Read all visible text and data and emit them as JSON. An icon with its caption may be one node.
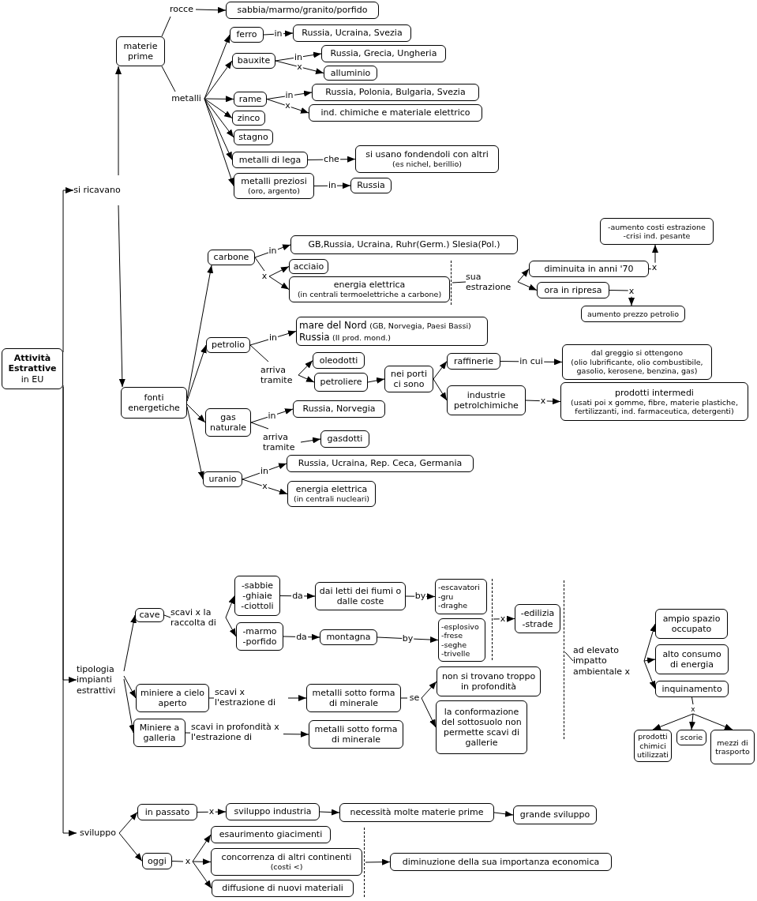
{
  "diagram": {
    "nodes": [
      {
        "text": [
          "Attività Estrattive",
          "in EU"
        ]
      },
      {
        "text": [
          "si ricavano"
        ]
      },
      {
        "text": [
          "materie prime"
        ]
      },
      {
        "text": [
          "rocce"
        ]
      },
      {
        "text": [
          "sabbia/marmo/granito/porfido"
        ]
      },
      {
        "text": [
          "metalli"
        ]
      },
      {
        "text": [
          "ferro"
        ]
      },
      {
        "text": [
          "Russia, Ucraina, Svezia"
        ]
      },
      {
        "text": [
          "bauxite"
        ]
      },
      {
        "text": [
          "Russia, Grecia, Ungheria"
        ]
      },
      {
        "text": [
          "alluminio"
        ]
      },
      {
        "text": [
          "rame"
        ]
      },
      {
        "text": [
          "Russia, Polonia, Bulgaria, Svezia"
        ]
      },
      {
        "text": [
          "ind. chimiche e materiale elettrico"
        ]
      },
      {
        "text": [
          "zinco"
        ]
      },
      {
        "text": [
          "stagno"
        ]
      },
      {
        "text": [
          "metalli di lega"
        ]
      },
      {
        "text": [
          "si usano fondendoli con altri",
          "(es nichel, berillio)"
        ]
      },
      {
        "text": [
          "metalli preziosi",
          "(oro, argento)"
        ]
      },
      {
        "text": [
          "Russia"
        ]
      },
      {
        "text": [
          "fonti energetiche"
        ]
      },
      {
        "text": [
          "carbone"
        ]
      },
      {
        "text": [
          "GB,Russia, Ucraina, Ruhr(Germ.) Slesia(Pol.)"
        ]
      },
      {
        "text": [
          "x"
        ]
      },
      {
        "text": [
          "acciaio"
        ]
      },
      {
        "text": [
          "energia elettrica",
          "(in centrali termoelettriche a carbone)"
        ]
      },
      {
        "text": [
          "sua estrazione"
        ]
      },
      {
        "text": [
          "diminuita in anni '70"
        ]
      },
      {
        "text": [
          "ora in ripresa"
        ]
      },
      {
        "text": [
          "-aumento costi estrazione",
          "-crisi ind. pesante"
        ]
      },
      {
        "text": [
          "aumento prezzo petrolio"
        ]
      },
      {
        "text": [
          "petrolio"
        ]
      },
      {
        "text": [
          "mare del Nord",
          "(GB, Norvegia, Paesi Bassi)",
          "Russia",
          "(II prod. mond.)"
        ]
      },
      {
        "text": [
          "arriva tramite"
        ]
      },
      {
        "text": [
          "oleodotti"
        ]
      },
      {
        "text": [
          "petroliere"
        ]
      },
      {
        "text": [
          "nei porti ci sono"
        ]
      },
      {
        "text": [
          "raffinerie"
        ]
      },
      {
        "text": [
          "dal greggio si ottengono",
          "(olio lubrificante, olio combustibile, gasolio, kerosene, benzina, gas)"
        ]
      },
      {
        "text": [
          "industrie petrolchimiche"
        ]
      },
      {
        "text": [
          "prodotti intermedi",
          "(usati poi x gomme, fibre, materie plastiche, fertilizzanti, ind. farmaceutica, detergenti)"
        ]
      },
      {
        "text": [
          "gas naturale"
        ]
      },
      {
        "text": [
          "Russia, Norvegia"
        ]
      },
      {
        "text": [
          "arriva tramite"
        ]
      },
      {
        "text": [
          "gasdotti"
        ]
      },
      {
        "text": [
          "uranio"
        ]
      },
      {
        "text": [
          "Russia, Ucraina, Rep. Ceca, Germania"
        ]
      },
      {
        "text": [
          "energia elettrica",
          "(in centrali nucleari)"
        ]
      },
      {
        "text": [
          "tipologia impianti estrattivi"
        ]
      },
      {
        "text": [
          "cave"
        ]
      },
      {
        "text": [
          "scavi x la raccolta di"
        ]
      },
      {
        "text": [
          "-sabbie",
          "-ghiaie",
          "-ciottoli"
        ]
      },
      {
        "text": [
          "-marmo",
          "-porfido"
        ]
      },
      {
        "text": [
          "dai letti dei fiumi o dalle coste"
        ]
      },
      {
        "text": [
          "montagna"
        ]
      },
      {
        "text": [
          "-escavatori",
          "-gru",
          "-draghe"
        ]
      },
      {
        "text": [
          "-esplosivo",
          "-frese",
          "-seghe",
          "-trivelle"
        ]
      },
      {
        "text": [
          "-edilizia",
          "-strade"
        ]
      },
      {
        "text": [
          "ad elevato impatto ambientale x"
        ]
      },
      {
        "text": [
          "ampio spazio occupato"
        ]
      },
      {
        "text": [
          "alto consumo di energia"
        ]
      },
      {
        "text": [
          "inquinamento"
        ]
      },
      {
        "text": [
          "x"
        ]
      },
      {
        "text": [
          "prodotti chimici utilizzati"
        ]
      },
      {
        "text": [
          "scorie"
        ]
      },
      {
        "text": [
          "mezzi di trasporto"
        ]
      },
      {
        "text": [
          "miniere a cielo aperto"
        ]
      },
      {
        "text": [
          "metalli sotto forma di minerale"
        ]
      },
      {
        "text": [
          "se"
        ]
      },
      {
        "text": [
          "non si trovano troppo in profondità"
        ]
      },
      {
        "text": [
          "la conformazione del sottosuolo non permette scavi di gallerie"
        ]
      },
      {
        "text": [
          "Miniere a galleria"
        ]
      },
      {
        "text": [
          "metalli sotto forma di minerale"
        ]
      },
      {
        "text": [
          "sviluppo"
        ]
      },
      {
        "text": [
          "in passato"
        ]
      },
      {
        "text": [
          "sviluppo industria"
        ]
      },
      {
        "text": [
          "necessità molte materie prime"
        ]
      },
      {
        "text": [
          "grande sviluppo"
        ]
      },
      {
        "text": [
          "oggi"
        ]
      },
      {
        "text": [
          "x"
        ]
      },
      {
        "text": [
          "esaurimento giacimenti"
        ]
      },
      {
        "text": [
          "concorrenza di altri continenti",
          "(costi <)"
        ]
      },
      {
        "text": [
          "diffusione di nuovi materiali"
        ]
      },
      {
        "text": [
          "diminuzione della sua importanza economica"
        ]
      },
      {
        "text": [],
        "shape": "bar"
      },
      {
        "text": [],
        "shape": "bar"
      },
      {
        "text": [],
        "shape": "bar"
      },
      {
        "text": [],
        "shape": "bar"
      }
    ],
    "edges": [
      {
        "from": 0,
        "to": 1,
        "arrow": "to"
      },
      {
        "from": 0,
        "to": 48,
        "arrow": "to"
      },
      {
        "from": 0,
        "to": 73,
        "arrow": "to"
      },
      {
        "from": 1,
        "to": 2,
        "arrow": "to"
      },
      {
        "from": 1,
        "to": 20,
        "arrow": "to"
      },
      {
        "from": 2,
        "to": 3,
        "arrow": "none"
      },
      {
        "from": 3,
        "to": 4,
        "arrow": "to"
      },
      {
        "from": 2,
        "to": 5,
        "arrow": "none"
      },
      {
        "from": 5,
        "to": 6,
        "arrow": "to"
      },
      {
        "from": 5,
        "to": 8,
        "arrow": "to"
      },
      {
        "from": 5,
        "to": 11,
        "arrow": "to"
      },
      {
        "from": 5,
        "to": 14,
        "arrow": "to"
      },
      {
        "from": 5,
        "to": 15,
        "arrow": "to"
      },
      {
        "from": 5,
        "to": 16,
        "arrow": "to"
      },
      {
        "from": 5,
        "to": 18,
        "arrow": "to"
      },
      {
        "from": 6,
        "to": 7,
        "arrow": "to",
        "label": "in"
      },
      {
        "from": 8,
        "to": 9,
        "arrow": "to",
        "label": "in"
      },
      {
        "from": 8,
        "to": 10,
        "arrow": "to",
        "label": "x"
      },
      {
        "from": 11,
        "to": 12,
        "arrow": "to",
        "label": "in"
      },
      {
        "from": 11,
        "to": 13,
        "arrow": "to",
        "label": "x"
      },
      {
        "from": 16,
        "to": 17,
        "arrow": "to",
        "label": "che"
      },
      {
        "from": 18,
        "to": 19,
        "arrow": "to",
        "label": "in"
      },
      {
        "from": 20,
        "to": 21,
        "arrow": "to"
      },
      {
        "from": 20,
        "to": 31,
        "arrow": "to"
      },
      {
        "from": 20,
        "to": 41,
        "arrow": "to"
      },
      {
        "from": 20,
        "to": 45,
        "arrow": "to"
      },
      {
        "from": 21,
        "to": 22,
        "arrow": "to",
        "label": "in"
      },
      {
        "from": 21,
        "to": 23,
        "arrow": "none"
      },
      {
        "from": 23,
        "to": 24,
        "arrow": "to"
      },
      {
        "from": 23,
        "to": 25,
        "arrow": "to"
      },
      {
        "from": 26,
        "to": 27,
        "arrow": "to"
      },
      {
        "from": 26,
        "to": 28,
        "arrow": "to"
      },
      {
        "from": 27,
        "to": 29,
        "arrow": "to",
        "label": "x"
      },
      {
        "from": 28,
        "to": 30,
        "arrow": "to",
        "label": "x"
      },
      {
        "from": 31,
        "to": 32,
        "arrow": "to",
        "label": "in"
      },
      {
        "from": 31,
        "to": 33,
        "arrow": "none"
      },
      {
        "from": 33,
        "to": 34,
        "arrow": "to"
      },
      {
        "from": 33,
        "to": 35,
        "arrow": "to"
      },
      {
        "from": 35,
        "to": 36,
        "arrow": "to"
      },
      {
        "from": 36,
        "to": 37,
        "arrow": "to"
      },
      {
        "from": 36,
        "to": 39,
        "arrow": "to"
      },
      {
        "from": 37,
        "to": 38,
        "arrow": "to",
        "label": "in cui"
      },
      {
        "from": 39,
        "to": 40,
        "arrow": "to",
        "label": "x"
      },
      {
        "from": 41,
        "to": 42,
        "arrow": "to",
        "label": "in"
      },
      {
        "from": 41,
        "to": 43,
        "arrow": "none"
      },
      {
        "from": 43,
        "to": 44,
        "arrow": "to"
      },
      {
        "from": 45,
        "to": 46,
        "arrow": "to",
        "label": "in"
      },
      {
        "from": 45,
        "to": 47,
        "arrow": "to",
        "label": "x"
      },
      {
        "from": 48,
        "to": 49,
        "arrow": "to"
      },
      {
        "from": 48,
        "to": 66,
        "arrow": "to"
      },
      {
        "from": 48,
        "to": 71,
        "arrow": "to"
      },
      {
        "from": 49,
        "to": 50,
        "arrow": "none"
      },
      {
        "from": 50,
        "to": 51,
        "arrow": "to"
      },
      {
        "from": 50,
        "to": 52,
        "arrow": "to"
      },
      {
        "from": 51,
        "to": 53,
        "arrow": "to",
        "label": "da"
      },
      {
        "from": 52,
        "to": 54,
        "arrow": "to",
        "label": "da"
      },
      {
        "from": 53,
        "to": 55,
        "arrow": "to",
        "label": "by"
      },
      {
        "from": 54,
        "to": 56,
        "arrow": "to",
        "label": "by"
      },
      {
        "from": 85,
        "to": 57,
        "arrow": "to",
        "label": "x"
      },
      {
        "from": 58,
        "to": 59,
        "arrow": "to"
      },
      {
        "from": 58,
        "to": 60,
        "arrow": "to"
      },
      {
        "from": 58,
        "to": 61,
        "arrow": "to"
      },
      {
        "from": 61,
        "to": 62,
        "arrow": "none"
      },
      {
        "from": 62,
        "to": 63,
        "arrow": "to"
      },
      {
        "from": 62,
        "to": 64,
        "arrow": "to"
      },
      {
        "from": 62,
        "to": 65,
        "arrow": "to"
      },
      {
        "from": 66,
        "to": 67,
        "arrow": "to",
        "label": "scavi x l'estrazione di"
      },
      {
        "from": 71,
        "to": 72,
        "arrow": "to",
        "label": "scavi in profondità x l'estrazione di"
      },
      {
        "from": 67,
        "to": 68,
        "arrow": "none"
      },
      {
        "from": 68,
        "to": 69,
        "arrow": "to"
      },
      {
        "from": 68,
        "to": 70,
        "arrow": "to"
      },
      {
        "from": 73,
        "to": 74,
        "arrow": "to"
      },
      {
        "from": 73,
        "to": 78,
        "arrow": "to"
      },
      {
        "from": 74,
        "to": 75,
        "arrow": "to",
        "label": "x"
      },
      {
        "from": 75,
        "to": 76,
        "arrow": "to"
      },
      {
        "from": 76,
        "to": 77,
        "arrow": "to"
      },
      {
        "from": 78,
        "to": 79,
        "arrow": "none"
      },
      {
        "from": 79,
        "to": 80,
        "arrow": "to"
      },
      {
        "from": 79,
        "to": 81,
        "arrow": "to"
      },
      {
        "from": 79,
        "to": 82,
        "arrow": "to"
      },
      {
        "from": 87,
        "to": 83,
        "arrow": "to"
      },
      {
        "from": 84,
        "to": 26,
        "arrow": "none"
      },
      {
        "from": 86,
        "to": 58,
        "arrow": "none"
      }
    ]
  }
}
